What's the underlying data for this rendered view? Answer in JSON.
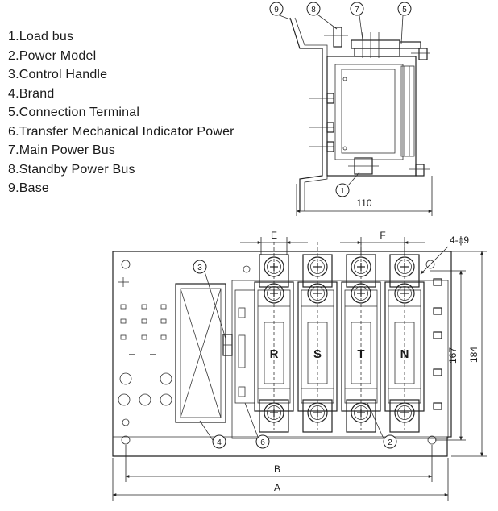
{
  "legend": [
    "1.Load bus",
    "2.Power Model",
    "3.Control Handle",
    "4.Brand",
    "5.Connection Terminal",
    "6.Transfer Mechanical Indicator Power",
    "7.Main Power Bus",
    "8.Standby Power Bus",
    "9.Base"
  ],
  "side_view": {
    "callouts": [
      "9",
      "8",
      "7",
      "5",
      "1"
    ],
    "width_dim": "110"
  },
  "front_view": {
    "dim_e": "E",
    "dim_f": "F",
    "hole_spec": "4-ϕ9",
    "dim_167": "167",
    "dim_184": "184",
    "dim_b": "B",
    "dim_a": "A",
    "phases": [
      "R",
      "S",
      "T",
      "N"
    ],
    "callouts": [
      "3",
      "4",
      "6",
      "2"
    ]
  }
}
